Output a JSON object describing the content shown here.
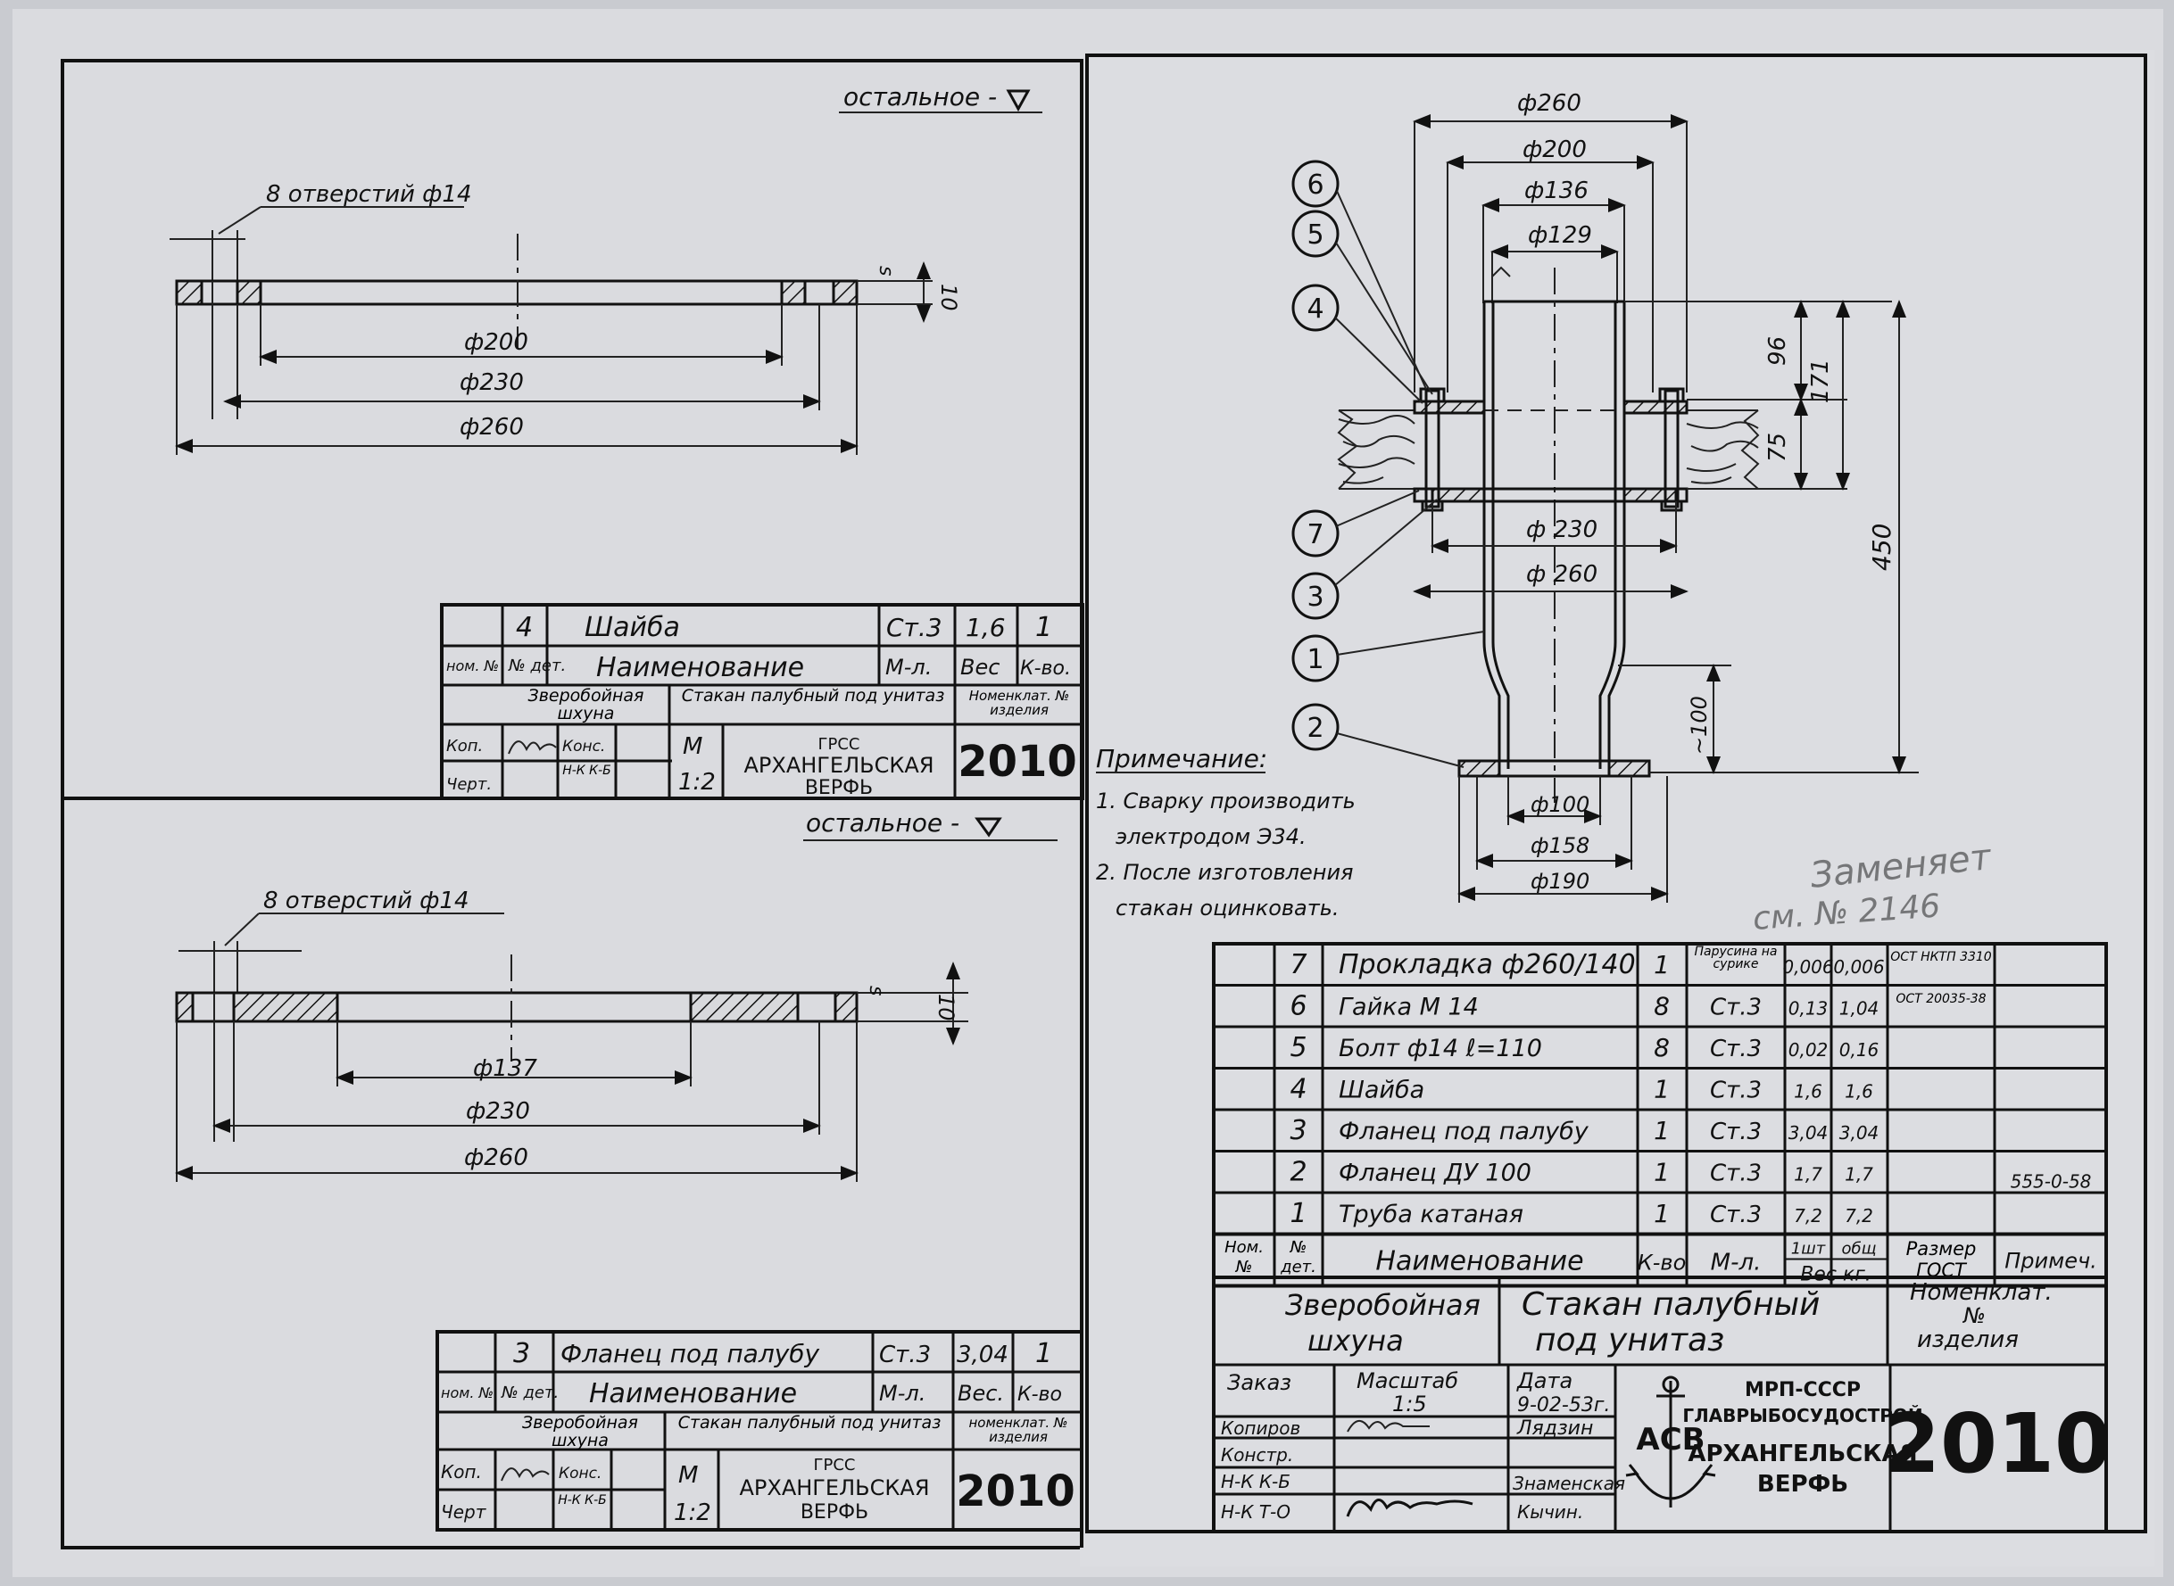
{
  "left_top": {
    "surface_note": "остальное -",
    "holes_note": "8 отверстий ф14",
    "dim_inner": "ф200",
    "dim_bolt": "ф230",
    "dim_outer": "ф260",
    "dim_thk": "10",
    "dim_s": "s",
    "title_block": {
      "pos": "4",
      "name": "Шайба",
      "material": "Ст.3",
      "weight": "1,6",
      "qty": "1",
      "hdr_num": "ном. №",
      "hdr_det": "№ дет.",
      "hdr_name": "Наименование",
      "hdr_mat": "М-л.",
      "hdr_weight": "Вес",
      "hdr_qty": "К-во.",
      "project": "Зверобойная шхуна",
      "product": "Стакан палубный под унитаз",
      "nomen": "Номенклат. № изделия",
      "kop": "Коп.",
      "chert": "Черт.",
      "kons": "Конс.",
      "nk": "Н-К К-Б",
      "scale_m": "М",
      "scale": "1:2",
      "org1": "ГРСС",
      "org2": "АРХАНГЕЛЬСКАЯ",
      "org3": "ВЕРФЬ",
      "number": "2010"
    }
  },
  "left_bottom": {
    "surface_note": "остальное -",
    "holes_note": "8 отверстий ф14",
    "dim_inner": "ф137",
    "dim_bolt": "ф230",
    "dim_outer": "ф260",
    "dim_thk": "10",
    "dim_s": "s",
    "title_block": {
      "pos": "3",
      "name": "Фланец под палубу",
      "material": "Ст.3",
      "weight": "3,04",
      "qty": "1",
      "hdr_num": "ном. №",
      "hdr_det": "№ дет.",
      "hdr_name": "Наименование",
      "hdr_mat": "М-л.",
      "hdr_weight": "Вес.",
      "hdr_qty": "К-во",
      "project": "Зверобойная шхуна",
      "product": "Стакан палубный под унитаз",
      "nomen": "номенклат. № изделия",
      "kop": "Коп.",
      "chert": "Черт",
      "kons": "Конс.",
      "nk": "Н-К К-Б",
      "scale_m": "М",
      "scale": "1:2",
      "org1": "ГРСС",
      "org2": "АРХАНГЕЛЬСКАЯ",
      "org3": "ВЕРФЬ",
      "number": "2010"
    }
  },
  "assembly": {
    "dims": {
      "d260_top": "ф260",
      "d200": "ф200",
      "d136": "ф136",
      "d129": "ф129",
      "d230": "ф 230",
      "d260_mid": "ф 260",
      "d100": "ф100",
      "d158": "ф158",
      "d190": "ф190",
      "h96": "96",
      "h75": "75",
      "h171": "171",
      "h450": "450",
      "h100": "~100"
    },
    "balloons": [
      "6",
      "5",
      "4",
      "7",
      "3",
      "1",
      "2"
    ],
    "notes": {
      "title": "Примечание:",
      "line1": "1. Сварку производить",
      "line2": "электродом Э34.",
      "line3": "2. После изготовления",
      "line4": "стакан оцинковать."
    },
    "handwritten": {
      "line1": "Заменяет",
      "line2": "см. № 2146"
    }
  },
  "bom": {
    "rows": [
      {
        "pos": "7",
        "name": "Прокладка ф260/140",
        "qty": "1",
        "material": "Парусина на сурике",
        "w1": "0,006",
        "wt": "0,006",
        "gost": "ОСТ НКТП 3310",
        "note": ""
      },
      {
        "pos": "6",
        "name": "Гайка М 14",
        "qty": "8",
        "material": "Ст.3",
        "w1": "0,13",
        "wt": "1,04",
        "gost": "ОСТ 20035-38",
        "note": ""
      },
      {
        "pos": "5",
        "name": "Болт ф14 ℓ=110",
        "qty": "8",
        "material": "Ст.3",
        "w1": "0,02",
        "wt": "0,16",
        "gost": "",
        "note": ""
      },
      {
        "pos": "4",
        "name": "Шайба",
        "qty": "1",
        "material": "Ст.3",
        "w1": "1,6",
        "wt": "1,6",
        "gost": "",
        "note": ""
      },
      {
        "pos": "3",
        "name": "Фланец под палубу",
        "qty": "1",
        "material": "Ст.3",
        "w1": "3,04",
        "wt": "3,04",
        "gost": "",
        "note": ""
      },
      {
        "pos": "2",
        "name": "Фланец ДУ 100",
        "qty": "1",
        "material": "Ст.3",
        "w1": "1,7",
        "wt": "1,7",
        "gost": "",
        "note": "555-0-58"
      },
      {
        "pos": "1",
        "name": "Труба катаная",
        "qty": "1",
        "material": "Ст.3",
        "w1": "7,2",
        "wt": "7,2",
        "gost": "",
        "note": ""
      }
    ],
    "headers": {
      "num": "Ном. №",
      "det": "№ дет.",
      "name": "Наименование",
      "qty": "К-во",
      "mat": "М-л.",
      "w1": "1шт",
      "wt": "общ",
      "weight": "Вес кг.",
      "size": "Размер ГОСТ",
      "note": "Примеч."
    }
  },
  "main_title": {
    "project_line1": "Зверобойная",
    "project_line2": "шхуна",
    "product_line1": "Стакан палубный",
    "product_line2": "под унитаз",
    "nomen_line1": "Номенклат.",
    "nomen_line2": "№",
    "nomen_line3": "изделия",
    "order": "Заказ",
    "scale_label": "Масштаб",
    "scale": "1:5",
    "date_label": "Дата",
    "date": "9-02-53г.",
    "roles": [
      "Копиров",
      "Констр.",
      "Н-К К-Б",
      "Н-К Т-О"
    ],
    "names": [
      "Лядзин",
      "Знаменская",
      "Кычин."
    ],
    "org1": "МРП-СССР",
    "org2": "ГЛАВРЫБОСУДОСТРОЙ",
    "org3": "АРХАНГЕЛЬСКАЯ",
    "org4": "ВЕРФЬ",
    "logo": "АСВ",
    "number": "2010"
  }
}
